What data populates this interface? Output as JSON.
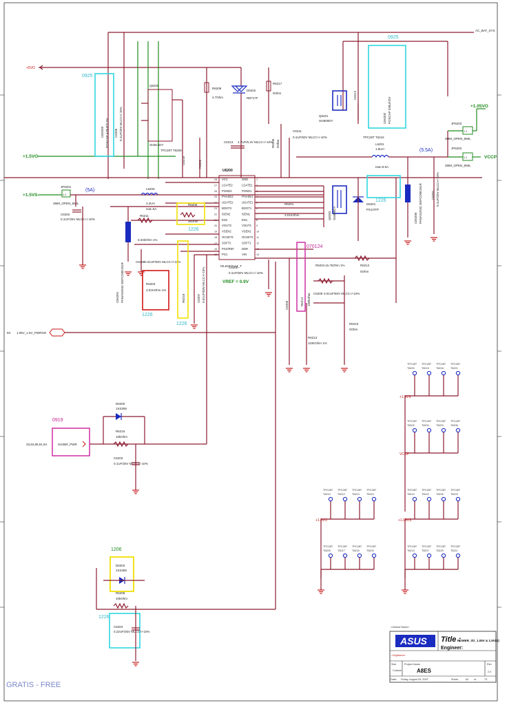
{
  "rails": {
    "ac_bat_sys": "AC_BAT_SYS",
    "plus5vo": "+5VO",
    "plus15vo": "+1.5VO",
    "plus15vs": "+1.5VS",
    "plus105vo": "+1.05VO",
    "vccp": "VCCP",
    "plus105vs": "+1.05VS"
  },
  "annotations": {
    "a0925_left": "0925",
    "a0925_top": "0925",
    "a1226_right": "1226",
    "a1226_mid": "1226",
    "a070124": "070124",
    "a0919": "0919",
    "a1206_a": "1206",
    "a1206_b": "1226",
    "a1226_low": "1226",
    "a_5a_left": "(5A)",
    "a_5a_right": "(5.5A)"
  },
  "ic": {
    "ref": "U6200",
    "part": "ISL6227CAZ_T",
    "vref": "VREF = 0.9V",
    "left_pins": [
      "VCC",
      "LGATE2",
      "PGND2",
      "PHASE2",
      "UGATE2",
      "BOOT2",
      "ISEN2",
      "EN2",
      "VOUT2",
      "VSEN2",
      "OCSET2",
      "SOFT2",
      "PG2/REF",
      "PG1"
    ],
    "left_nums": [
      "28",
      "27",
      "26",
      "25",
      "24",
      "23",
      "22",
      "21",
      "20",
      "19",
      "18",
      "17",
      "16",
      "15"
    ],
    "right_pins": [
      "GND",
      "LGATE1",
      "PGND1",
      "PHASE1",
      "UGATE1",
      "BOOT1",
      "ISEN1",
      "EN1",
      "VOUT1",
      "VSEN1",
      "OCSET1",
      "SOFT1",
      "DDR",
      "VIN"
    ],
    "right_nums": [
      "1",
      "2",
      "3",
      "4",
      "5",
      "6",
      "7",
      "8",
      "9",
      "10",
      "11",
      "12",
      "13",
      "14"
    ]
  },
  "components": {
    "ce6203": "CE6203",
    "ce6203_val": "POSCAP 470uF/2.5V",
    "c6206": "C6206",
    "c6206_val": "0.1UF/25V MLCC+/-10%",
    "q6200": "Q6200",
    "q6200_part": "SI4814DY",
    "r6209": "R6209",
    "r6209_val": "4.7Ohm",
    "d6202": "D6202",
    "d6202_part": "RB717F",
    "r6217": "R6217",
    "r6217_val": "0Ohm",
    "q6201": "Q6201",
    "q6201_part": "SI4800DY",
    "q6202": "Q6202",
    "q6202_part": "SI4800DY",
    "c6212": "C6212",
    "ce6202": "CE6202",
    "ce6202_val": "POSCAP 330uF/2V",
    "c6213": "C6213",
    "c6213_val": "4.7UF/6.3V MLCC+/-10%",
    "c6211": "C6211",
    "c6211_val": "0.1UF/50V MLCC+/-10%",
    "r6206": "R6206",
    "r6206_val": "0Ohm",
    "tpc_t6216": "TPC28T T6216",
    "l6201": "L6201",
    "l6201_val": "1.8UH",
    "l6201_isat": "Isat=9.5A",
    "jp6203": "JP6203",
    "jp6203_val": "3MM_OPEN_5MIL",
    "jp6202": "JP6202",
    "jp6202_val": "3MM_OPEN_5MIL",
    "jp6201": "JP6201",
    "jp6201_val": "3MM_OPEN_5MIL",
    "tpc_t6209": "TPC28T T6209",
    "c6210": "C6210",
    "r6202": "R6202",
    "l6200": "L6200",
    "l6200_val": "3.3UH",
    "l6200_isat": "Isat=6A",
    "r6205": "R6205",
    "r6205_val": "2kOhm",
    "r6211": "R6211",
    "r6211_val": "6.04kOhm 1%",
    "c6202": "C6202",
    "c6202_val": "0.1UF/25V MLCC+/-10%",
    "ce6201": "CE6201",
    "ce6201_val": "PANASONIC EEFCD0E101R",
    "c6208": "C6208",
    "c6208_val": "0.01UF/50V MLCC+/-10%",
    "r6203": "R6203",
    "r6203_val": "3.01KOhm 1%",
    "r6218": "R6218",
    "c6207": "C6207",
    "c6207_val": "0.01UF/50V MLCC+/-10%",
    "c6200": "C6200",
    "c6200_val": "0.1UF/50V MLCC+/-10%",
    "r6204": "R6204",
    "r6204_val": "16.7kOhm 1%",
    "c6209": "C6209",
    "c6209_val": "0.01UF/50V MLCC+/-10%",
    "r6214": "R6214",
    "r6214_val": "150kOhm",
    "r6213": "R6213",
    "r6213_val": "110KOhm 1%",
    "c6205": "C6205",
    "r6210": "R6210",
    "r6210_val": "0Ohm",
    "r6212": "R6212",
    "r6212_val": "0Ohm",
    "r6201": "R6201",
    "r6201_val": "3.01KOhm",
    "d6201": "D6201",
    "d6201_part": "PS1/4TP",
    "ce6200": "CE6200",
    "ce6200_val": "PANASONIC EEFCD0E181R",
    "c6201": "C6201",
    "c6201_val": "0.1UF/25V MLCC+/-10%",
    "d6200": "D6200",
    "d6200_part": "1SS355",
    "r6215": "R6215",
    "r6215_val": "10kOhm",
    "c6203": "C6203",
    "c6203_val": "0.1UF/25V MLCC+/-10%",
    "d6203": "D6203",
    "d6203_part": "1SS355",
    "r6208": "R6208",
    "r6208_val": "10kOhm",
    "c6204": "C6204",
    "c6204_val": "0.22UF/25V MLCC+/-10%"
  },
  "ports": {
    "pwrgd": "1.05V_1.5V_PWRGD",
    "pwrgd_ref": "93",
    "susb": "SUSB#_PWR",
    "susb_ref": "33,84,85,91,94"
  },
  "test_points": {
    "tp_label": "TPC28T",
    "g1": [
      "T6220",
      "T6219",
      "T6218",
      "T6221"
    ],
    "g2": [
      "T6202",
      "T6204",
      "T6203",
      "T6206"
    ],
    "g3": [
      "T6210",
      "T6212",
      "T6213",
      "T6224"
    ],
    "g4": [
      "T6214",
      "T6222",
      "T6226",
      "T6223"
    ],
    "g5": [
      "T6205",
      "T6217",
      "T6215",
      "T6200"
    ],
    "g6": [
      "T6213",
      "T6207",
      "T6225",
      "T6211"
    ]
  },
  "title_block": {
    "variant": "<Variant Name>",
    "brand": "ASUS",
    "title_label": "Title :",
    "title": "POWER_I/O_1.05V & 1.5V(S)",
    "engineer_label": "Engineer:",
    "engineer": "<OrgName>",
    "size_label": "Size",
    "size": "Custom",
    "project_label": "Project Name",
    "project": "A8ES",
    "rev_label": "Rev",
    "rev": "2.0",
    "date_label": "Date:",
    "date": "Friday, August 03, 2007",
    "sheet_label": "Sheet",
    "sheet": "62",
    "of_label": "of",
    "of": "73"
  },
  "watermark": "GRATIS - FREE"
}
